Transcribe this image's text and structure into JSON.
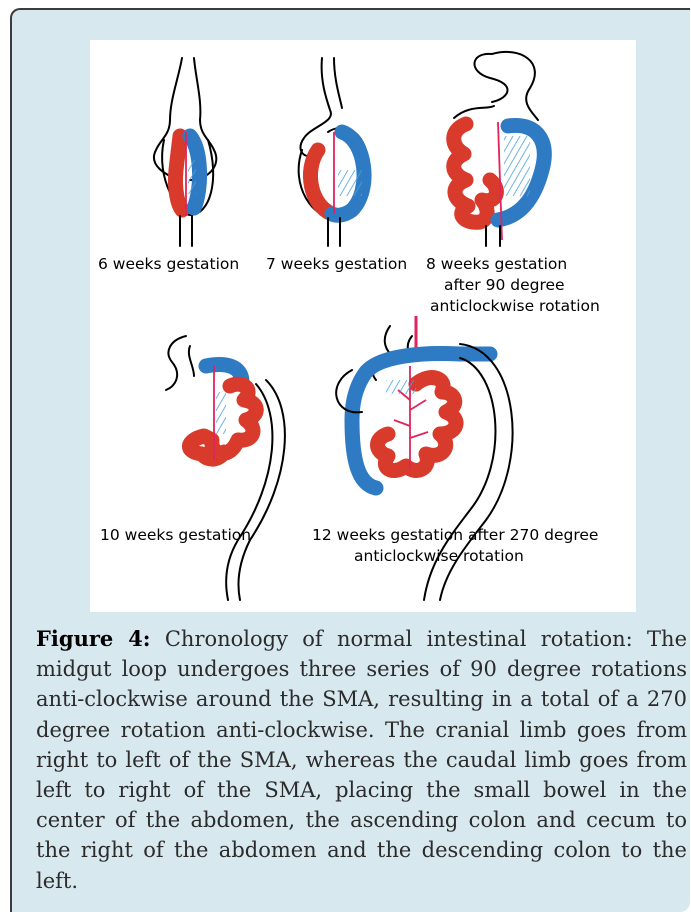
{
  "figure": {
    "panel_labels": {
      "w6": "6 weeks gestation",
      "w7": "7 weeks gestation",
      "w8_line1": "8 weeks gestation",
      "w8_line2": "after 90 degree",
      "w8_line3": "anticlockwise rotation",
      "w10": "10 weeks gestation",
      "w12_line1": "12 weeks gestation after 270 degree",
      "w12_line2": "anticlockwise rotation"
    },
    "colors": {
      "cranial_limb": "#d83a2c",
      "caudal_limb": "#2e7bc4",
      "sma": "#e0245e",
      "background": "#d8e8ef"
    }
  },
  "caption": {
    "label": "Figure 4:",
    "text": " Chronology of normal intestinal rotation: The midgut loop undergoes three series of 90 degree rotations anti-clockwise around the SMA, resulting in a total of a 270 degree rotation anti-clockwise. The cranial limb goes from right to left of the SMA, whereas the caudal limb goes from left to right of the SMA, placing the small bowel in the center of the abdomen, the ascending colon and cecum to the right of the abdomen and the descending colon to the left."
  }
}
